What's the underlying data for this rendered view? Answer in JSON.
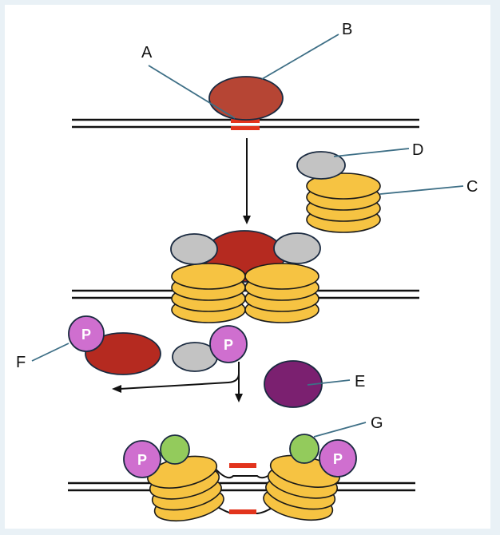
{
  "labels": {
    "a": "A",
    "b": "B",
    "c": "C",
    "d": "D",
    "e": "E",
    "f": "F",
    "g": "G"
  },
  "phospho_symbol": "P",
  "colors": {
    "background": "#e9f1f6",
    "dna": "#111111",
    "binding_site": "#e2341d",
    "protein_b": "#b64534",
    "protein_b_dark": "#b52a20",
    "nucleosome": "#f6c342",
    "protein_d": "#c3c3c3",
    "protein_e": "#7b2070",
    "phosphate": "#cf6fcf",
    "protein_g": "#93cb5c",
    "leader_line": "#3e6f86"
  }
}
